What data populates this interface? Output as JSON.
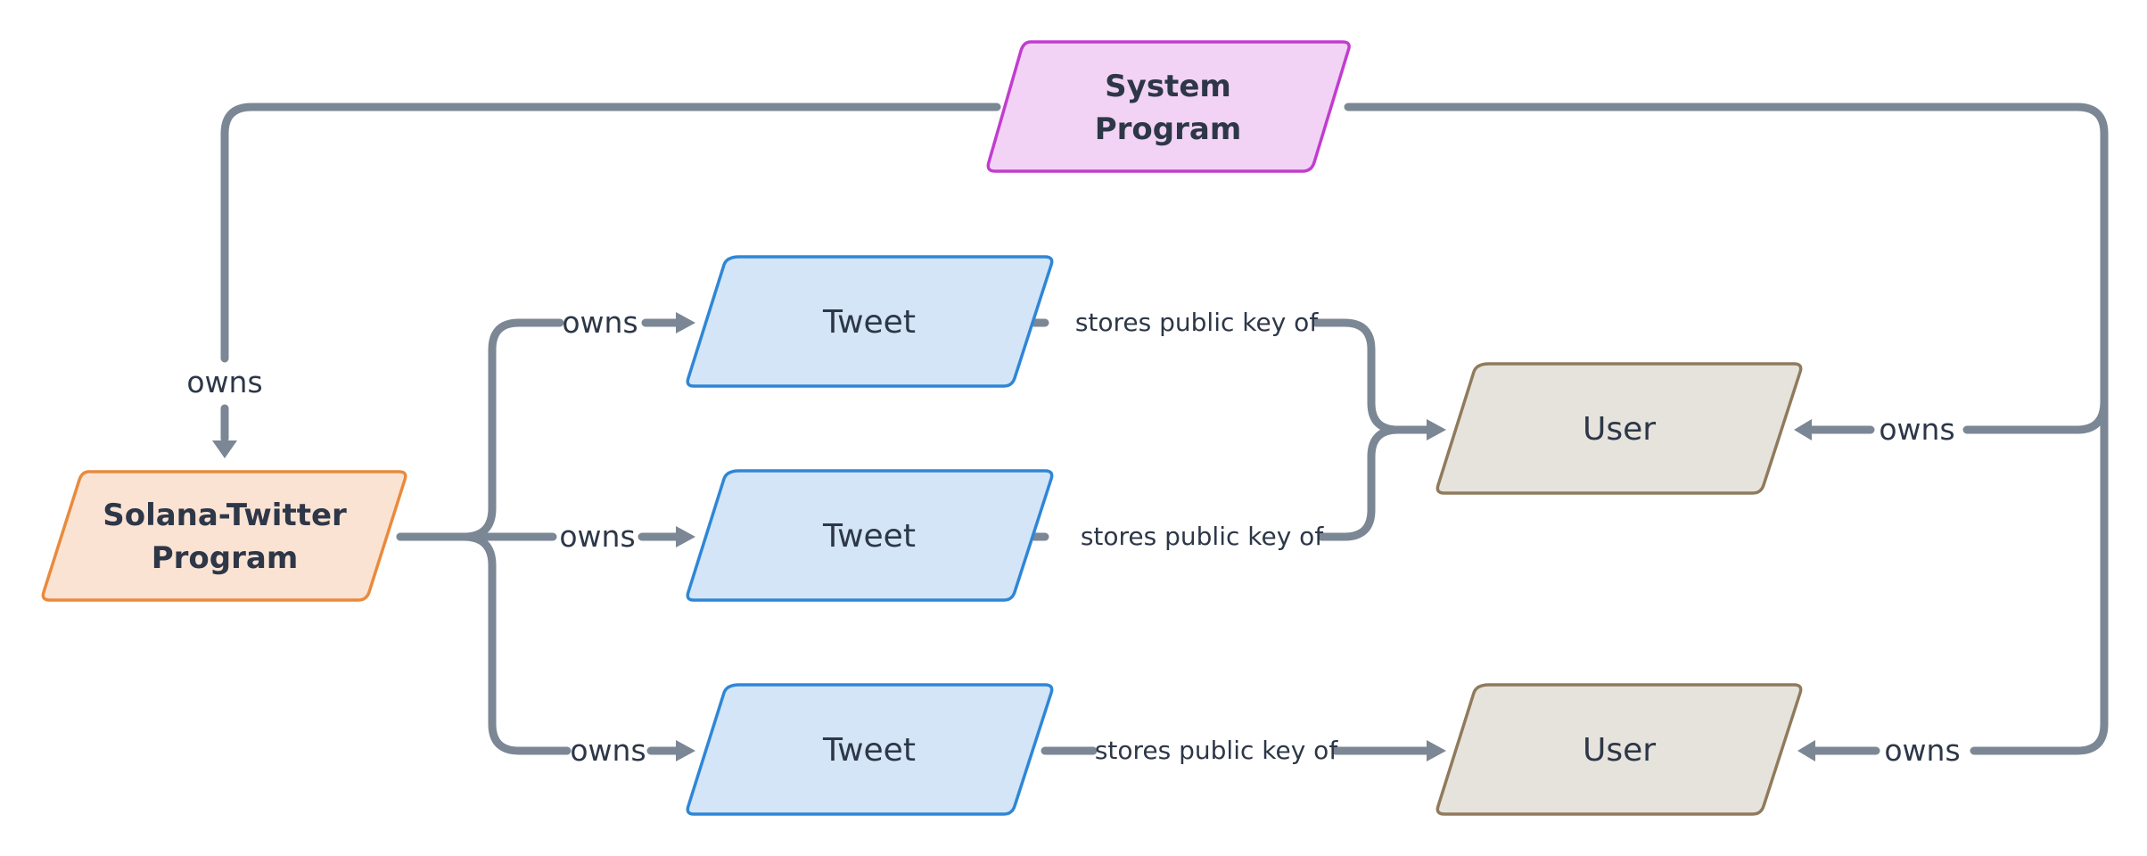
{
  "diagram": {
    "nodes": {
      "system_program": {
        "line1": "System",
        "line2": "Program",
        "fill": "#f2d3f5",
        "stroke": "#c23ccf"
      },
      "solana_program": {
        "line1": "Solana-Twitter",
        "line2": "Program",
        "fill": "#fbe3d4",
        "stroke": "#e98a3d"
      },
      "tweet_1": {
        "label": "Tweet",
        "fill": "#d3e5f7",
        "stroke": "#2f86d6"
      },
      "tweet_2": {
        "label": "Tweet",
        "fill": "#d3e5f7",
        "stroke": "#2f86d6"
      },
      "tweet_3": {
        "label": "Tweet",
        "fill": "#d3e5f7",
        "stroke": "#2f86d6"
      },
      "user_1": {
        "label": "User",
        "fill": "#e6e3dd",
        "stroke": "#8f7b5c"
      },
      "user_2": {
        "label": "User",
        "fill": "#e6e3dd",
        "stroke": "#8f7b5c"
      }
    },
    "edges": {
      "system_owns_solana": "owns",
      "solana_owns_tweet_1": "owns",
      "solana_owns_tweet_2": "owns",
      "solana_owns_tweet_3": "owns",
      "tweet_1_stores_user_1": "stores public key of",
      "tweet_2_stores_user_1": "stores public key of",
      "tweet_3_stores_user_2": "stores public key of",
      "system_owns_user_1": "owns",
      "system_owns_user_2": "owns"
    },
    "edge_color": "#7b8794"
  }
}
